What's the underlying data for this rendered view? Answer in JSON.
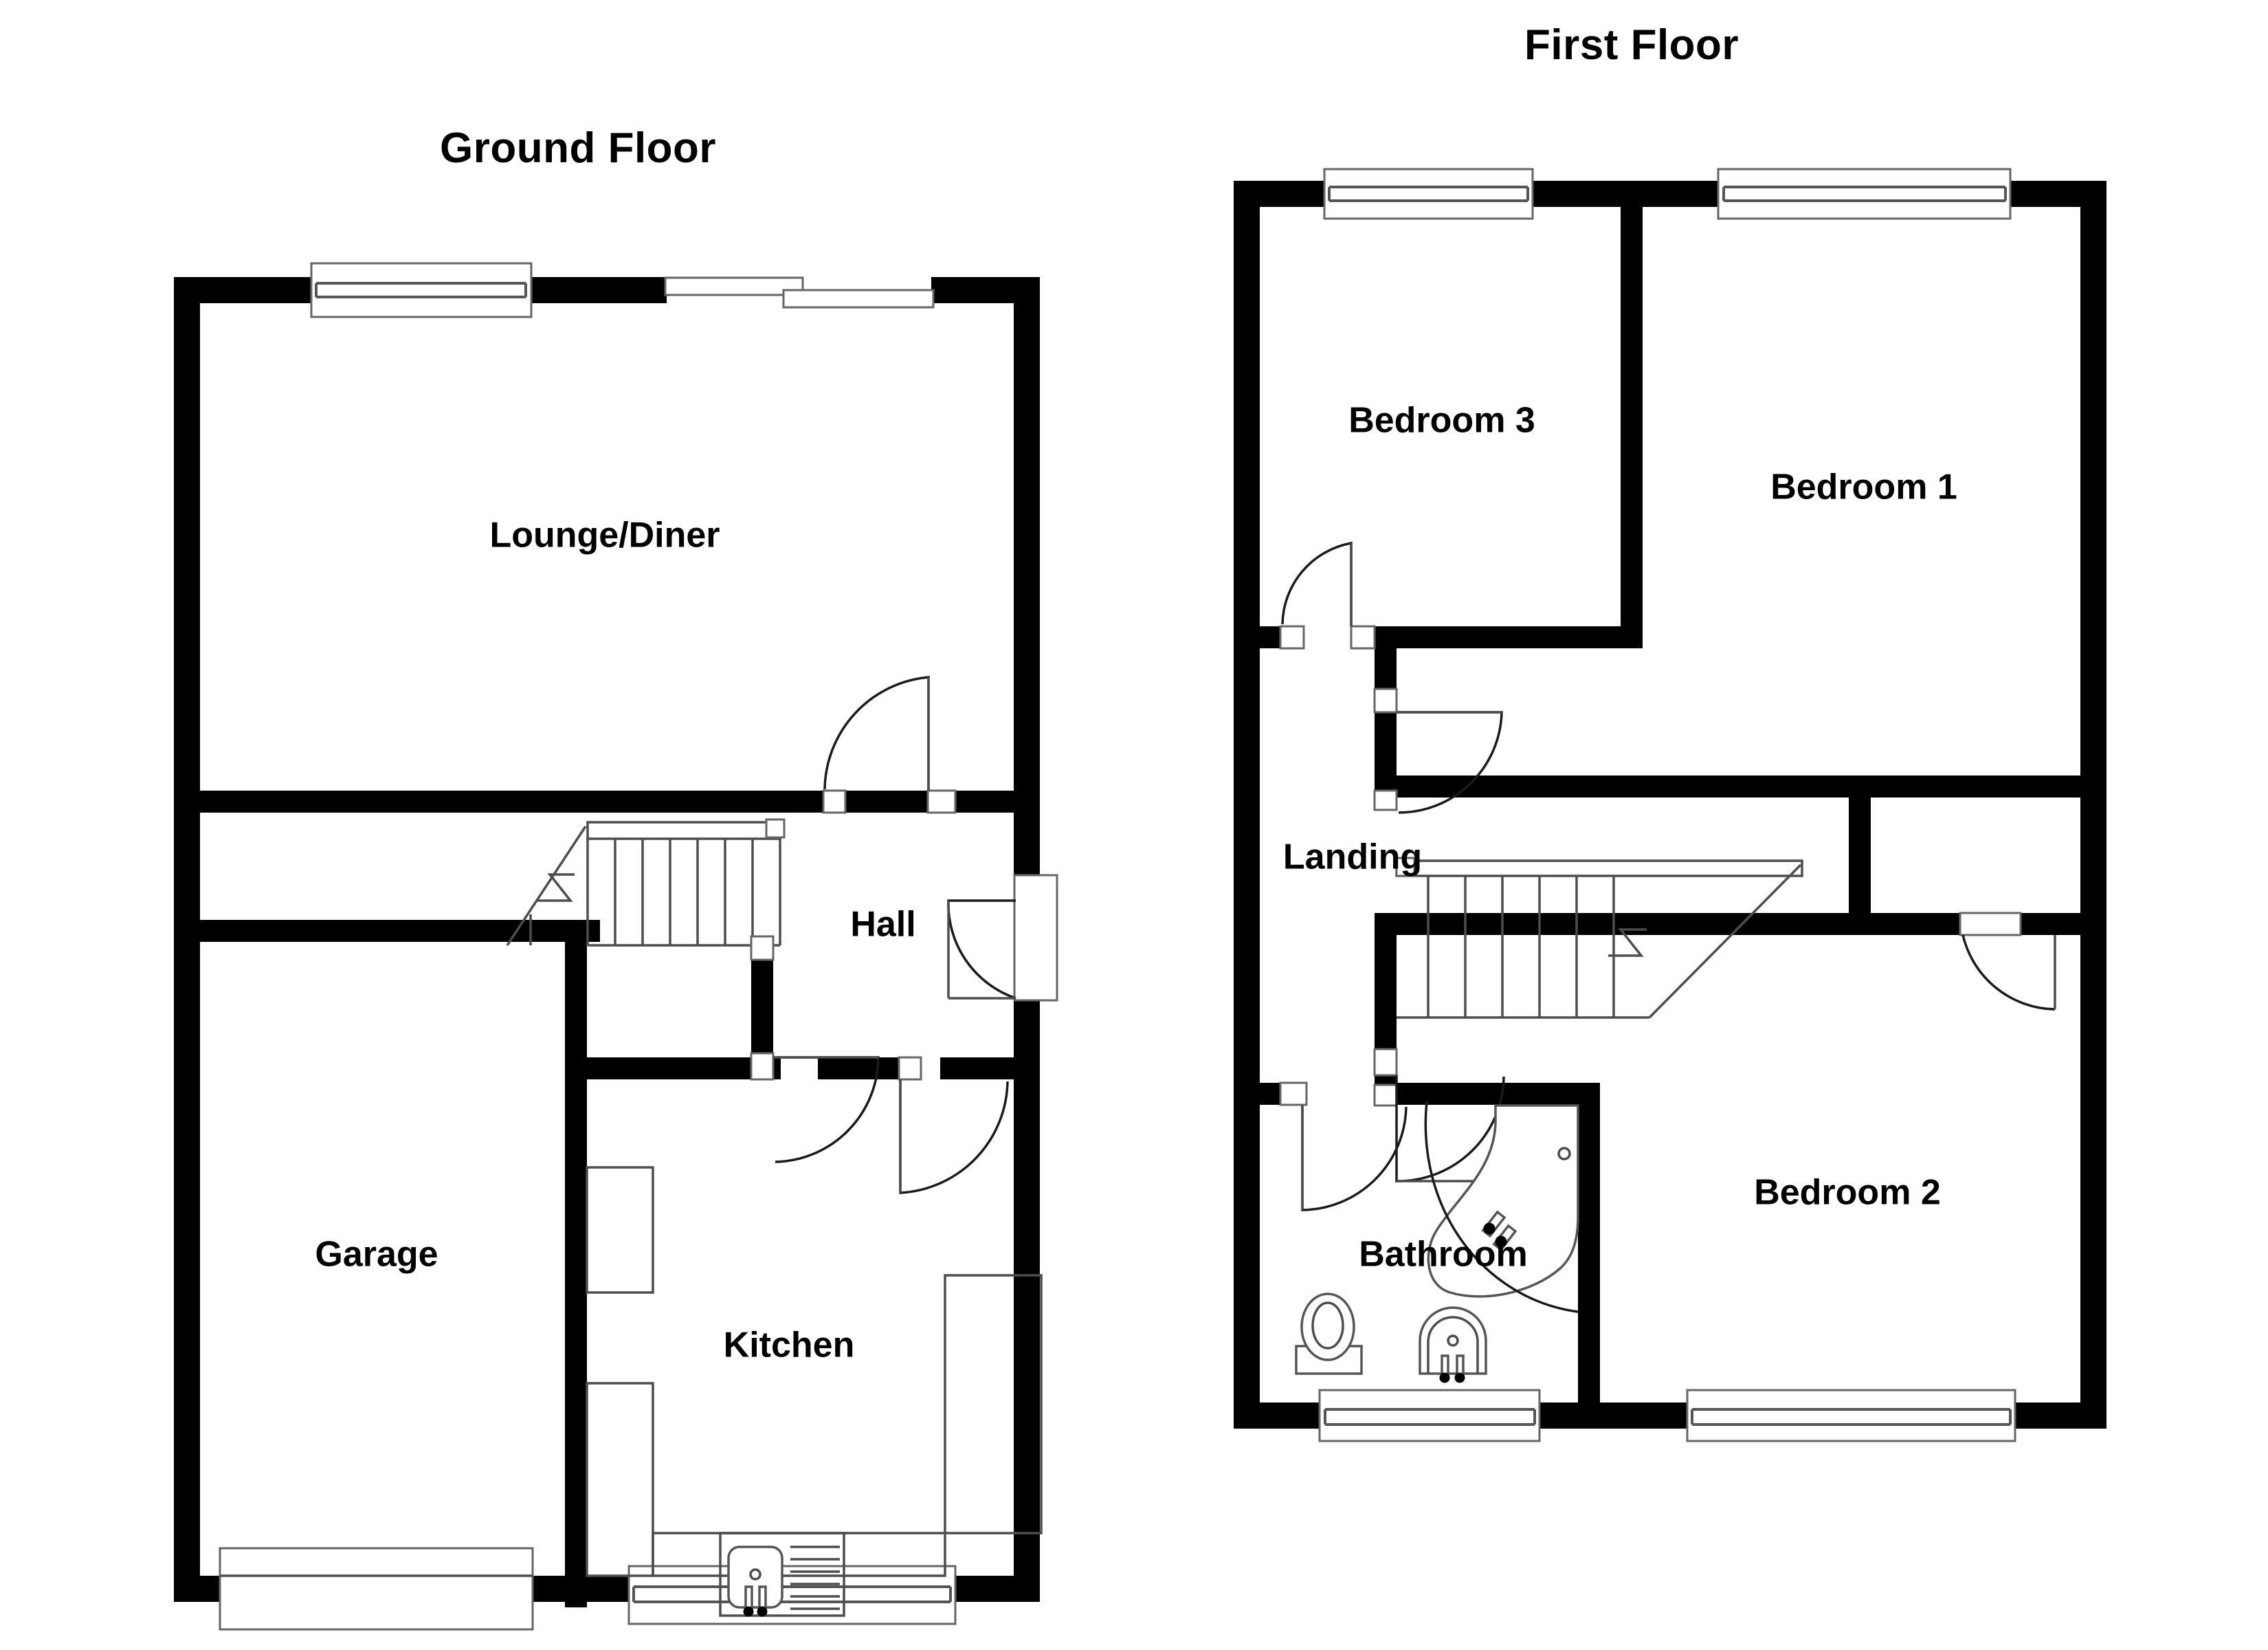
{
  "document": {
    "type": "floor-plan",
    "background_color": "#ffffff",
    "line_color": "#000000"
  },
  "floors": [
    {
      "id": "ground",
      "title": "Ground Floor",
      "rooms": [
        {
          "key": "lounge_diner",
          "label": "Lounge/Diner"
        },
        {
          "key": "hall",
          "label": "Hall"
        },
        {
          "key": "garage",
          "label": "Garage"
        },
        {
          "key": "kitchen",
          "label": "Kitchen"
        }
      ],
      "features": [
        "front-window-lounge",
        "patio-sliding-door",
        "staircase-up",
        "front-door",
        "garage-door",
        "kitchen-window",
        "kitchen-sink",
        "kitchen-counters"
      ]
    },
    {
      "id": "first",
      "title": "First Floor",
      "rooms": [
        {
          "key": "bedroom_3",
          "label": "Bedroom 3"
        },
        {
          "key": "bedroom_1",
          "label": "Bedroom 1"
        },
        {
          "key": "bedroom_2",
          "label": "Bedroom 2"
        },
        {
          "key": "landing",
          "label": "Landing"
        },
        {
          "key": "bathroom",
          "label": "Bathroom"
        }
      ],
      "features": [
        "bedroom3-window",
        "bedroom1-window",
        "bedroom2-window",
        "bathroom-window",
        "staircase-down",
        "airing-cupboard",
        "shower-enclosure",
        "toilet",
        "wash-basin"
      ]
    }
  ],
  "labels": {
    "lounge_diner": "Lounge/Diner",
    "hall": "Hall",
    "garage": "Garage",
    "kitchen": "Kitchen",
    "bedroom_3": "Bedroom 3",
    "bedroom_1": "Bedroom 1",
    "bedroom_2": "Bedroom 2",
    "landing": "Landing",
    "bathroom": "Bathroom"
  },
  "titles": {
    "ground": "Ground Floor",
    "first": "First Floor"
  }
}
